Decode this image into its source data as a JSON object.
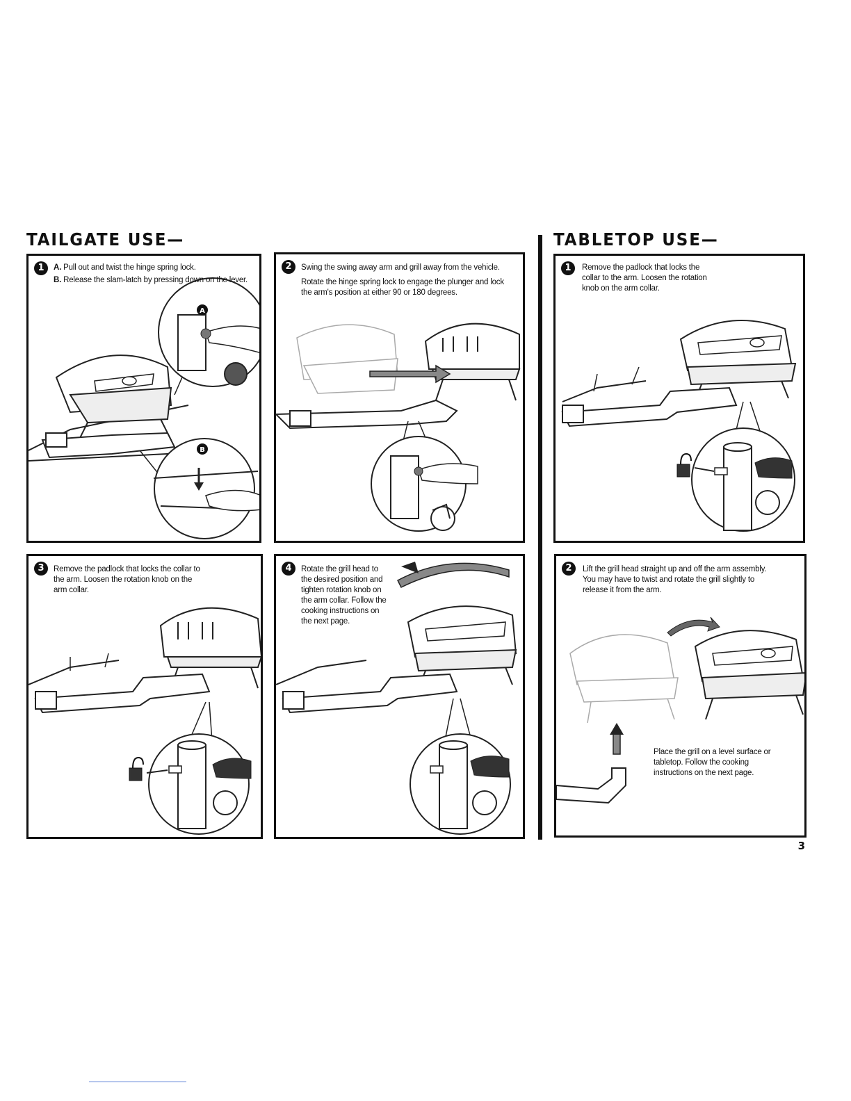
{
  "sections": {
    "tailgate_title": "TAILGATE USE—",
    "tabletop_title": "TABLETOP USE—"
  },
  "tailgate": {
    "step1": {
      "number": "1",
      "label_a": "A.",
      "text_a": "Pull out and twist the hinge spring lock.",
      "label_b": "B.",
      "text_b": "Release the slam-latch by pressing down on the lever.",
      "callout_a": "A",
      "callout_b": "B"
    },
    "step2": {
      "number": "2",
      "text1": "Swing the swing away arm and grill away from the vehicle.",
      "text2": "Rotate the hinge spring lock to engage the plunger and lock the arm's position at either 90 or 180 degrees."
    },
    "step3": {
      "number": "3",
      "text": "Remove the padlock that locks the collar to the arm. Loosen the rotation knob on the arm collar."
    },
    "step4": {
      "number": "4",
      "text": "Rotate the grill head to the desired position and tighten rotation knob on the arm collar. Follow the cooking instructions on the next page."
    }
  },
  "tabletop": {
    "step1": {
      "number": "1",
      "text": "Remove the padlock that locks the collar to the arm. Loosen the rotation knob on the arm collar."
    },
    "step2": {
      "number": "2",
      "text": "Lift the grill head straight up and off the arm assembly. You may have to twist and rotate the grill slightly to release it from the arm.",
      "note": "Place the grill on a level surface or tabletop. Follow the cooking instructions on the next page."
    }
  },
  "page_number": "3"
}
